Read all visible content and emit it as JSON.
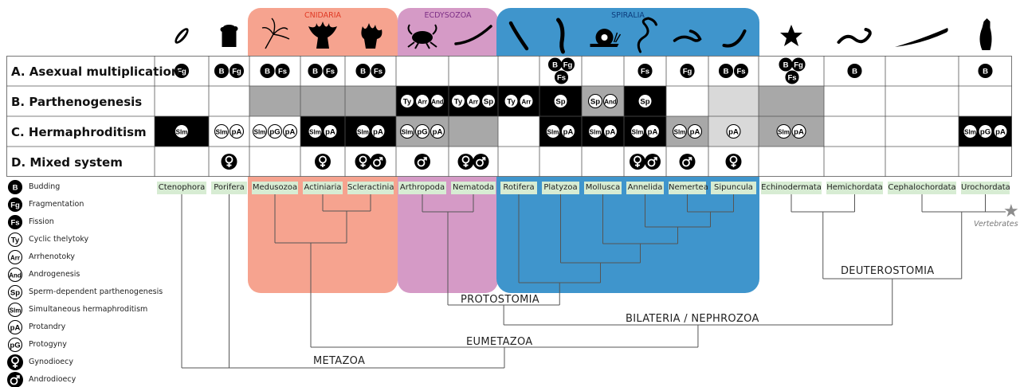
{
  "clades": {
    "cnidaria": {
      "label": "CNIDARIA",
      "color": "#f6a38f",
      "text_color": "#e03a25"
    },
    "ecdysozoa": {
      "label": "ECDYSOZOA",
      "color": "#d59ac6",
      "text_color": "#7d2f86"
    },
    "spiralia": {
      "label": "SPIRALIA",
      "color": "#3f95cc",
      "text_color": "#0d3d7d"
    }
  },
  "rows": [
    {
      "key": "A",
      "label": "A. Asexual multiplication"
    },
    {
      "key": "B",
      "label": "B. Parthenogenesis"
    },
    {
      "key": "C",
      "label": "C. Hermaphroditism"
    },
    {
      "key": "D",
      "label": "D. Mixed system"
    }
  ],
  "taxa": [
    "Ctenophora",
    "Porifera",
    "Medusozoa",
    "Actiniaria",
    "Scleractinia",
    "Arthropoda",
    "Nematoda",
    "Rotifera",
    "Platyzoa",
    "Mollusca",
    "Annelida",
    "Nemertea",
    "Sipuncula",
    "Echinodermata",
    "Hemichordata",
    "Cephalochordata",
    "Urochordata"
  ],
  "cell_colors": {
    "black": "#000000",
    "gray": "#a8a8a8",
    "light": "#d9d9d9",
    "white": "#ffffff"
  },
  "asexual": [
    [
      "Fg"
    ],
    [
      "B",
      "Fg"
    ],
    [
      "B",
      "Fs"
    ],
    [
      "B",
      "Fs"
    ],
    [
      "B",
      "Fs"
    ],
    [],
    [],
    [],
    [
      "B",
      "Fg",
      "Fs"
    ],
    [],
    [
      "Fs"
    ],
    [
      "Fg"
    ],
    [
      "B",
      "Fs"
    ],
    [
      "B",
      "Fg",
      "Fs"
    ],
    [
      "B"
    ],
    [],
    [
      "B"
    ]
  ],
  "parthenogenesis": [
    [
      "white",
      []
    ],
    [
      "white",
      []
    ],
    [
      "gray",
      []
    ],
    [
      "gray",
      []
    ],
    [
      "gray",
      []
    ],
    [
      "black",
      [
        "Ty",
        "Arr",
        "And"
      ]
    ],
    [
      "black",
      [
        "Ty",
        "Arr",
        "Sp"
      ]
    ],
    [
      "black",
      [
        "Ty",
        "Arr"
      ]
    ],
    [
      "black",
      [
        "Sp"
      ]
    ],
    [
      "gray",
      [
        "Sp",
        "And"
      ]
    ],
    [
      "black",
      [
        "Sp"
      ]
    ],
    [
      "white",
      []
    ],
    [
      "light",
      []
    ],
    [
      "gray",
      []
    ],
    [
      "white",
      []
    ],
    [
      "white",
      []
    ],
    [
      "white",
      []
    ]
  ],
  "hermaphroditism": [
    [
      "black",
      [
        "Slm"
      ]
    ],
    [
      "white",
      [
        "Slm",
        "pA"
      ]
    ],
    [
      "white",
      [
        "Slm",
        "pG",
        "pA"
      ]
    ],
    [
      "black",
      [
        "Slm",
        "pA"
      ]
    ],
    [
      "black",
      [
        "Slm",
        "pA"
      ]
    ],
    [
      "gray",
      [
        "Slm",
        "pG",
        "pA"
      ]
    ],
    [
      "gray",
      []
    ],
    [
      "white",
      []
    ],
    [
      "black",
      [
        "Slm",
        "pA"
      ]
    ],
    [
      "black",
      [
        "Slm",
        "pA"
      ]
    ],
    [
      "black",
      [
        "Slm",
        "pA"
      ]
    ],
    [
      "gray",
      [
        "Slm",
        "pA"
      ]
    ],
    [
      "light",
      [
        "pA"
      ]
    ],
    [
      "gray",
      [
        "Slm",
        "pA"
      ]
    ],
    [
      "white",
      []
    ],
    [
      "white",
      []
    ],
    [
      "black",
      [
        "Slm",
        "pG",
        "pA"
      ]
    ]
  ],
  "mixed": [
    [],
    [
      "female"
    ],
    [],
    [
      "female"
    ],
    [
      "female",
      "male"
    ],
    [
      "male"
    ],
    [
      "female",
      "male"
    ],
    [],
    [],
    [],
    [
      "female",
      "male"
    ],
    [
      "male"
    ],
    [
      "female"
    ],
    [],
    [],
    [],
    []
  ],
  "legend": [
    {
      "code": "B",
      "style": "filled",
      "label": "Budding"
    },
    {
      "code": "Fg",
      "style": "filled",
      "label": "Fragmentation"
    },
    {
      "code": "Fs",
      "style": "filled",
      "label": "Fission"
    },
    {
      "code": "Ty",
      "style": "open",
      "label": "Cyclic thelytoky"
    },
    {
      "code": "Arr",
      "style": "open",
      "label": "Arrhenotoky"
    },
    {
      "code": "And",
      "style": "open",
      "label": "Androgenesis"
    },
    {
      "code": "Sp",
      "style": "open",
      "label": "Sperm-dependent parthenogenesis"
    },
    {
      "code": "Slm",
      "style": "open",
      "label": "Simultaneous hermaphroditism"
    },
    {
      "code": "pA",
      "style": "open",
      "label": "Protandry"
    },
    {
      "code": "pG",
      "style": "open",
      "label": "Protogyny"
    },
    {
      "code": "female",
      "style": "filled",
      "label": "Gynodioecy"
    },
    {
      "code": "male",
      "style": "filled",
      "label": "Androdioecy"
    }
  ],
  "tree_labels": {
    "protostomia": "PROTOSTOMIA",
    "deuterostomia": "DEUTEROSTOMIA",
    "bilateria": "BILATERIA / NEPHROZOA",
    "eumetazoa": "EUMETAZOA",
    "metazoa": "METAZOA"
  },
  "vertebrates_label": "Vertebrates",
  "silhouettes": [
    "ctenophore-silhouette",
    "sponge-silhouette",
    "hydroid-silhouette",
    "anemone-silhouette",
    "coral-silhouette",
    "crab-silhouette",
    "nematode-silhouette",
    "rotifer-silhouette",
    "flatworm-silhouette",
    "snail-silhouette",
    "annelid-silhouette",
    "nemertean-silhouette",
    "sipunculan-silhouette",
    "starfish-silhouette",
    "acorn-worm-silhouette",
    "lancelet-silhouette",
    "tunicate-silhouette"
  ]
}
